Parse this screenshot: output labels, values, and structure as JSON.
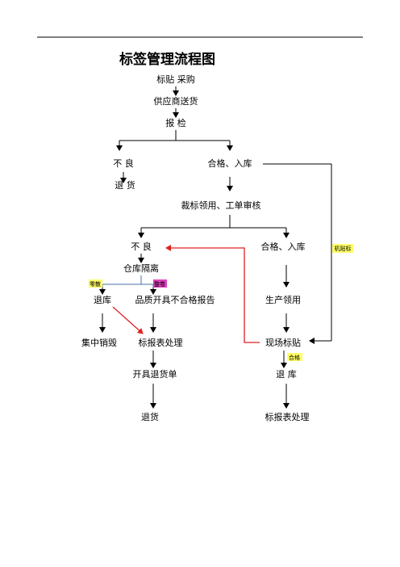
{
  "title": "标签管理流程图",
  "nodes": {
    "purchase": "标贴  采购",
    "supplier": "供应商送货",
    "inspect": "报  检",
    "reject1": "不  良",
    "return1": "退      货",
    "pass1": "合格、入库",
    "cut": "裁标领用、工单审核",
    "reject2": "不    良",
    "pass2": "合格、入库",
    "isolate": "仓库隔离",
    "return_stock": "退库",
    "qa_report": "品质开具不合格报告",
    "production": "生产领用",
    "destroy": "集中销毁",
    "report1": "标报表处理",
    "onsite": "现场标贴",
    "return_note": "开具退货单",
    "return_stock2": "退  库",
    "return2": "退货",
    "report2": "标报表处理"
  },
  "tags": {
    "scattered": {
      "label": "零散",
      "color": "#ffff66"
    },
    "bulk": {
      "label": "整卷",
      "color": "#e040c0"
    },
    "machine": {
      "label": "机贴标",
      "color": "#ffff66"
    },
    "qualified": {
      "label": "合格",
      "color": "#ffff66"
    }
  },
  "colors": {
    "line": "#000000",
    "branch": "#4a6fa5",
    "rework": "#e02020"
  }
}
